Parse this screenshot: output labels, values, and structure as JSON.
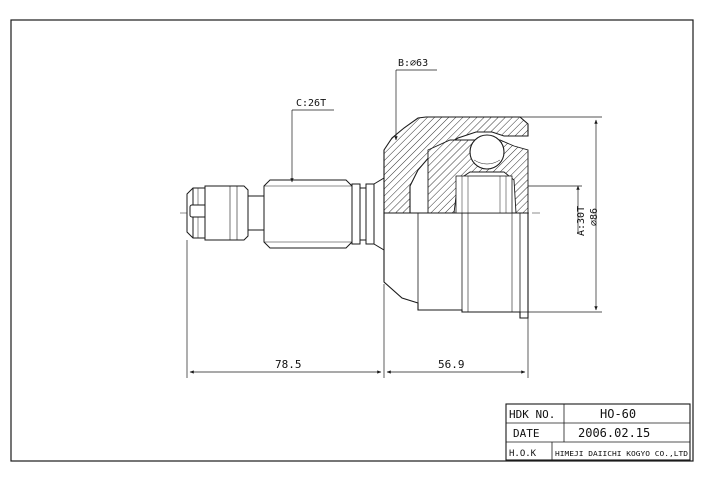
{
  "callouts": {
    "outer_diameter": "B:⌀63",
    "shaft_spline": "C:26T",
    "inner_spline": "A:30T",
    "inner_diameter": "⌀86"
  },
  "dimensions": {
    "shaft_length": "78.5",
    "housing_length": "56.9"
  },
  "title_block": {
    "part_label": "HDK NO.",
    "part_value": "HO-60",
    "date_label": "DATE",
    "date_value": "2006.02.15",
    "company_mark": "H.O.K",
    "company_name": "HIMEJI DAIICHI KOGYO CO.,LTD"
  },
  "colors": {
    "line": "#1a1a1a",
    "paper": "#ffffff"
  }
}
